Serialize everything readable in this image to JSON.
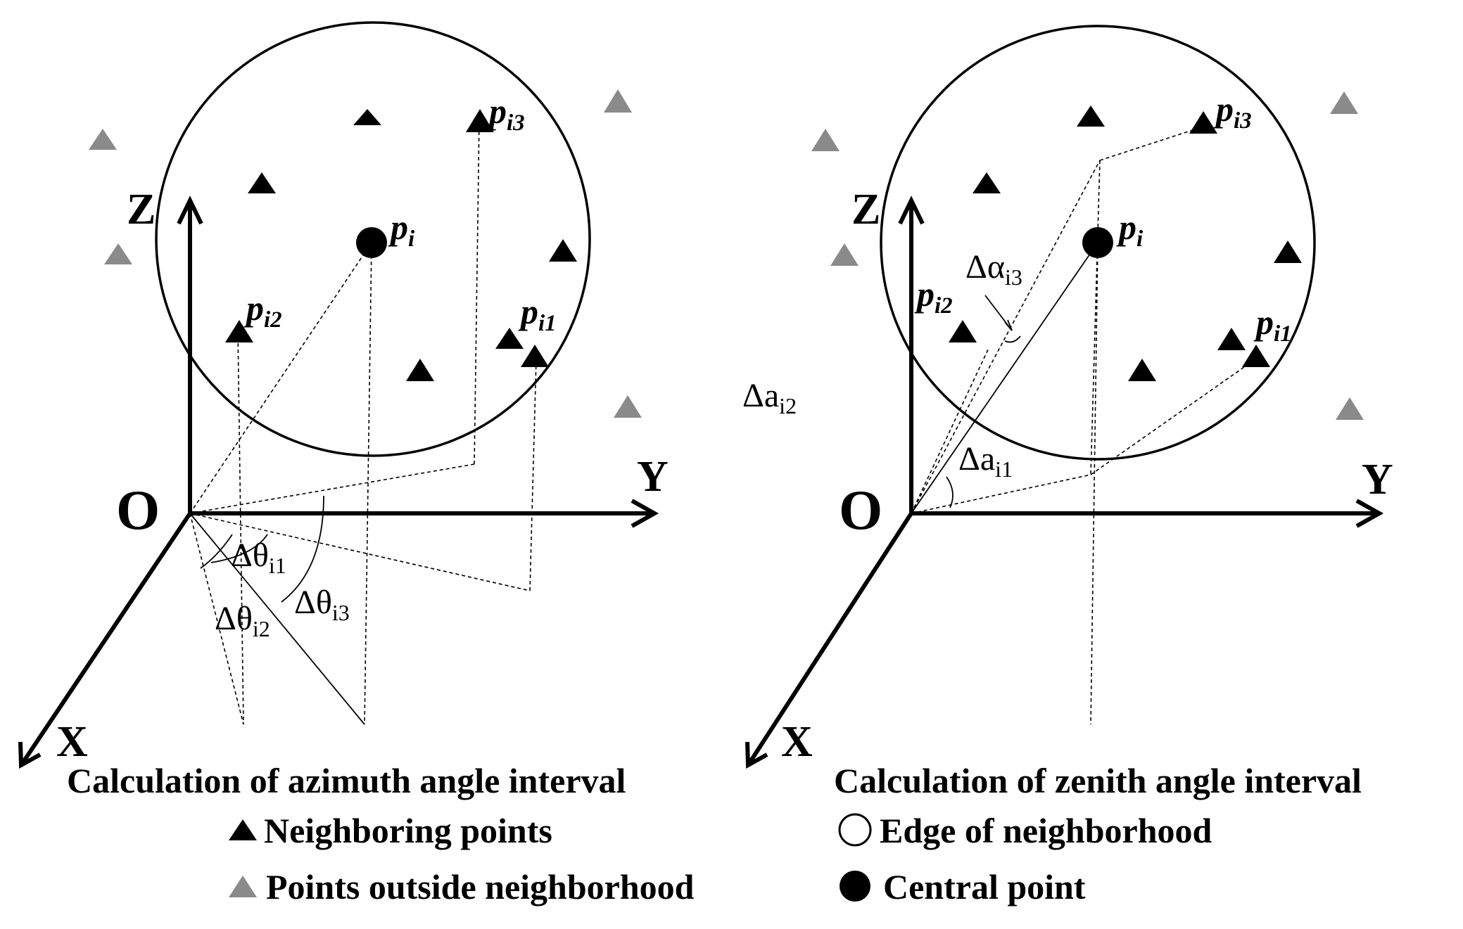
{
  "left_panel": {
    "axis_z": "Z",
    "axis_y": "Y",
    "axis_x": "X",
    "origin": "O",
    "center_point": {
      "base": "p",
      "sub": "i"
    },
    "points": [
      {
        "base": "p",
        "sub": "i1"
      },
      {
        "base": "p",
        "sub": "i2"
      },
      {
        "base": "p",
        "sub": "i3"
      }
    ],
    "angles": [
      {
        "base": "Δθ",
        "sub": "i1"
      },
      {
        "base": "Δθ",
        "sub": "i2"
      },
      {
        "base": "Δθ",
        "sub": "i3"
      }
    ],
    "caption": "Calculation of azimuth angle interval"
  },
  "right_panel": {
    "axis_z": "Z",
    "axis_y": "Y",
    "axis_x": "X",
    "origin": "O",
    "center_point": {
      "base": "p",
      "sub": "i"
    },
    "points": [
      {
        "base": "p",
        "sub": "i1"
      },
      {
        "base": "p",
        "sub": "i2"
      },
      {
        "base": "p",
        "sub": "i3"
      }
    ],
    "angles": [
      {
        "base": "Δα",
        "sub": "i3"
      },
      {
        "base": "Δa",
        "sub": "i1"
      }
    ],
    "caption": "Calculation of zenith angle interval"
  },
  "stray_label": {
    "base": "Δa",
    "sub": "i2"
  },
  "legend": {
    "neighboring": "Neighboring points",
    "outside": "Points outside neighborhood",
    "edge": "Edge of neighborhood",
    "central": "Central point"
  },
  "colors": {
    "ink": "#000000",
    "outside_point": "#8a8a8a",
    "background": "#ffffff"
  }
}
